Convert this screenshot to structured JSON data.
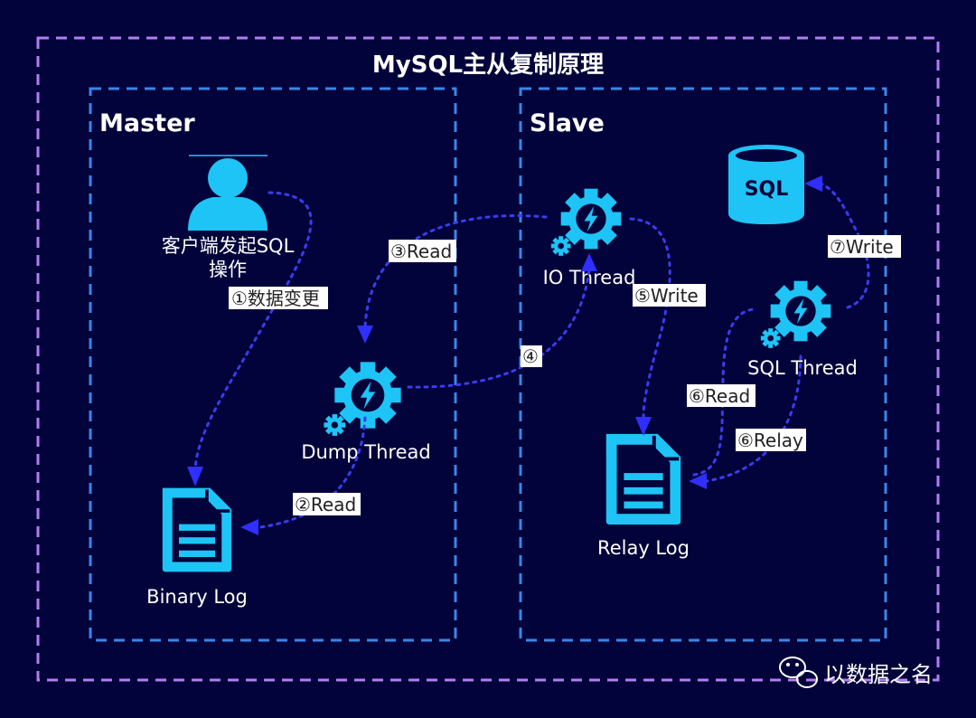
{
  "title": "MySQL主从复制原理",
  "panels": {
    "master": "Master",
    "slave": "Slave"
  },
  "nodes": {
    "client": {
      "line1": "客户端发起SQL",
      "line2": "操作",
      "icon": "user-icon"
    },
    "binary_log": {
      "label": "Binary Log",
      "icon": "document-icon"
    },
    "dump_thread": {
      "label": "Dump Thread",
      "icon": "gear-lightning-icon"
    },
    "io_thread": {
      "label": "IO Thread",
      "icon": "gear-lightning-icon"
    },
    "relay_log": {
      "label": "Relay Log",
      "icon": "document-icon"
    },
    "sql_thread": {
      "label": "SQL Thread",
      "icon": "gear-lightning-icon"
    },
    "sql_db": {
      "label": "SQL",
      "icon": "database-icon"
    }
  },
  "edges": [
    {
      "id": "e1",
      "label": "①数据变更"
    },
    {
      "id": "e2",
      "label": "②Read"
    },
    {
      "id": "e3",
      "label": "③Read"
    },
    {
      "id": "e4",
      "label": "④"
    },
    {
      "id": "e5",
      "label": "⑤Write"
    },
    {
      "id": "e6a",
      "label": "⑥Read"
    },
    {
      "id": "e6b",
      "label": "⑥Relay"
    },
    {
      "id": "e7",
      "label": "⑦Write"
    }
  ],
  "watermark": {
    "text": "以数据之名",
    "icon": "wechat-icon"
  },
  "colors": {
    "background": "#02033a",
    "outer_border": "#b07ef0",
    "panel_border": "#3a86e8",
    "icon": "#1ec4f6",
    "edge": "#3a3cf0"
  }
}
